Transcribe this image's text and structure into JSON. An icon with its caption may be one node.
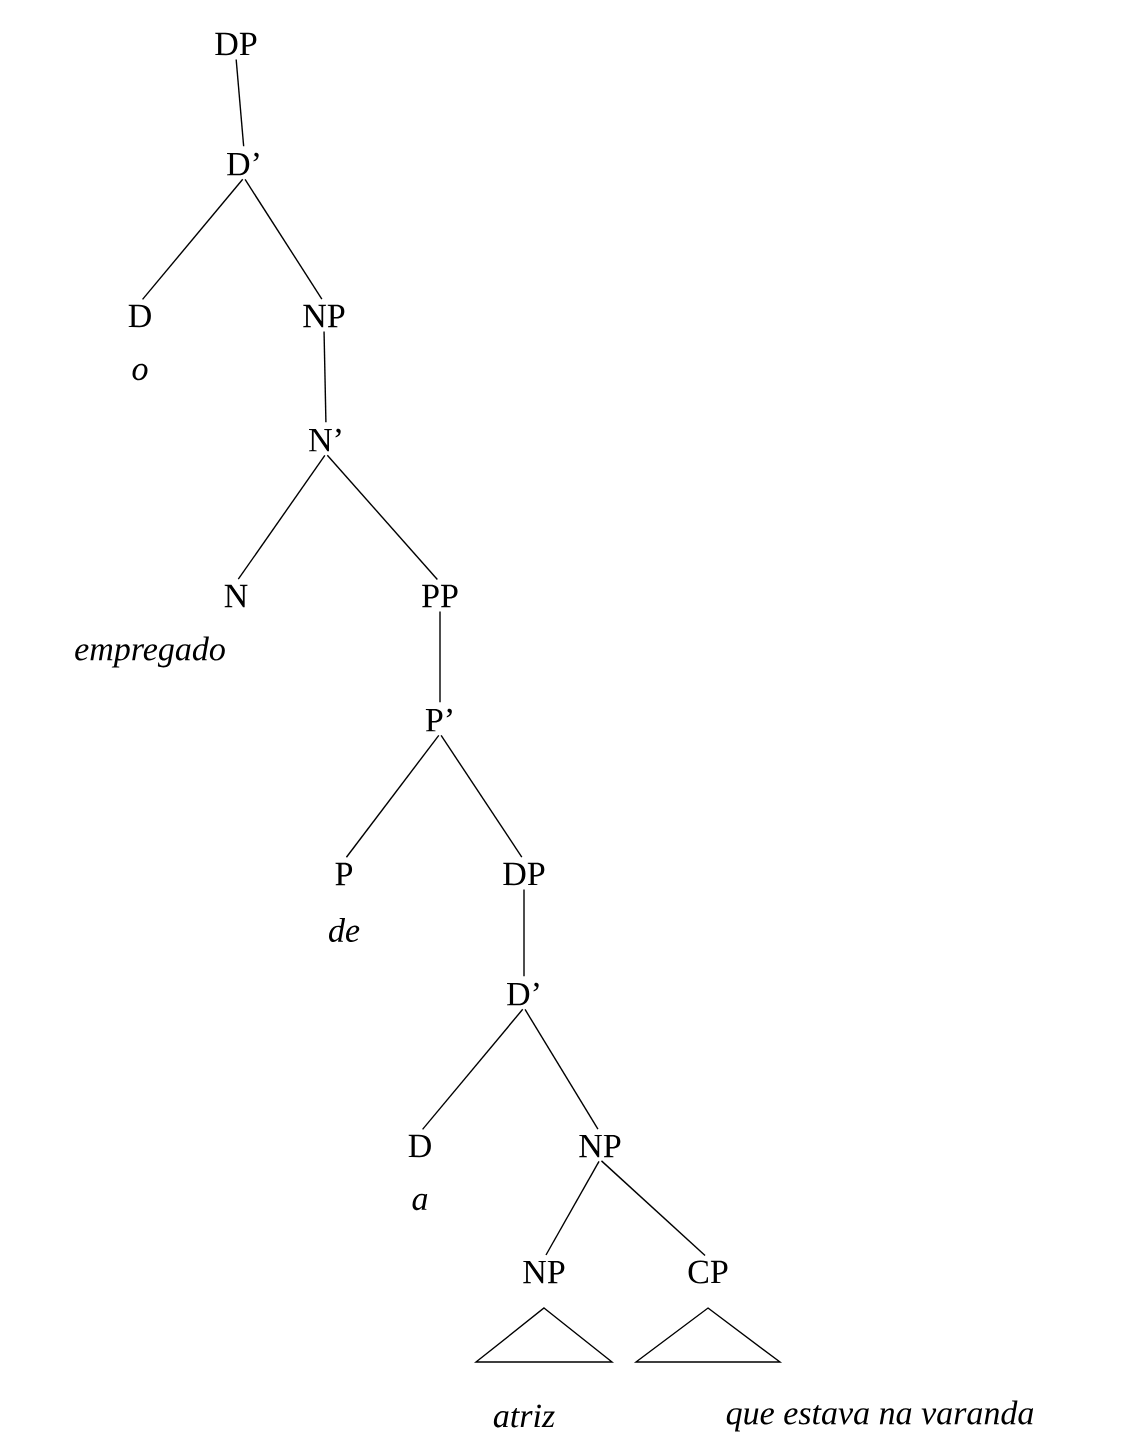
{
  "diagram": {
    "nodes": [
      {
        "text": [
          "DP"
        ]
      },
      {
        "text": [
          "D’"
        ]
      },
      {
        "text": [
          "D",
          "o"
        ]
      },
      {
        "text": [
          "NP"
        ]
      },
      {
        "text": [
          "N’"
        ]
      },
      {
        "text": [
          "N",
          "empregado"
        ]
      },
      {
        "text": [
          "PP"
        ]
      },
      {
        "text": [
          "P’"
        ]
      },
      {
        "text": [
          "P",
          "de"
        ]
      },
      {
        "text": [
          "DP"
        ]
      },
      {
        "text": [
          "D’"
        ]
      },
      {
        "text": [
          "D",
          "a"
        ]
      },
      {
        "text": [
          "NP"
        ]
      },
      {
        "text": [
          "NP",
          "atriz"
        ]
      },
      {
        "text": [
          "CP",
          "que estava na varanda"
        ]
      }
    ],
    "edges": [
      {
        "from": 0,
        "to": 1,
        "arrow": "none"
      },
      {
        "from": 1,
        "to": 2,
        "arrow": "none"
      },
      {
        "from": 1,
        "to": 3,
        "arrow": "none"
      },
      {
        "from": 3,
        "to": 4,
        "arrow": "none"
      },
      {
        "from": 4,
        "to": 5,
        "arrow": "none"
      },
      {
        "from": 4,
        "to": 6,
        "arrow": "none"
      },
      {
        "from": 6,
        "to": 7,
        "arrow": "none"
      },
      {
        "from": 7,
        "to": 8,
        "arrow": "none"
      },
      {
        "from": 7,
        "to": 9,
        "arrow": "none"
      },
      {
        "from": 9,
        "to": 10,
        "arrow": "none"
      },
      {
        "from": 10,
        "to": 11,
        "arrow": "none"
      },
      {
        "from": 10,
        "to": 12,
        "arrow": "none"
      },
      {
        "from": 12,
        "to": 13,
        "arrow": "none"
      },
      {
        "from": 12,
        "to": 14,
        "arrow": "none"
      }
    ]
  }
}
